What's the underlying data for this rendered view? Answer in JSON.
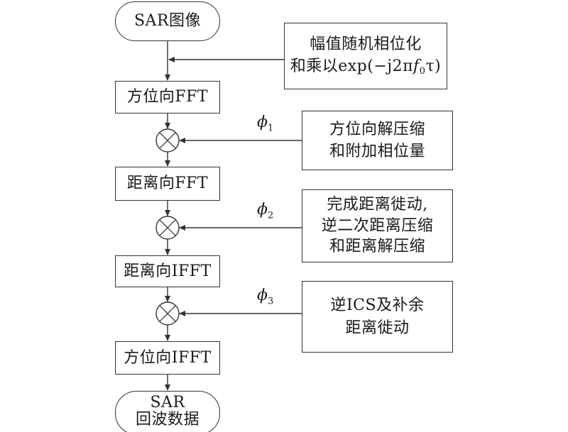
{
  "diagram": {
    "type": "flowchart",
    "main_flow": [
      {
        "id": "start",
        "shape": "terminal",
        "lines": [
          "SAR图像"
        ]
      },
      {
        "id": "azimuth_fft",
        "shape": "process",
        "lines": [
          "方位向FFT"
        ]
      },
      {
        "id": "mult1",
        "shape": "multiplier",
        "symbol": "⊗"
      },
      {
        "id": "range_fft",
        "shape": "process",
        "lines": [
          "距离向FFT"
        ]
      },
      {
        "id": "mult2",
        "shape": "multiplier",
        "symbol": "⊗"
      },
      {
        "id": "range_ifft",
        "shape": "process",
        "lines": [
          "距离向IFFT"
        ]
      },
      {
        "id": "mult3",
        "shape": "multiplier",
        "symbol": "⊗"
      },
      {
        "id": "azimuth_ifft",
        "shape": "process",
        "lines": [
          "方位向IFFT"
        ]
      },
      {
        "id": "end",
        "shape": "terminal",
        "lines": [
          "SAR",
          "回波数据"
        ]
      }
    ],
    "side_inputs": [
      {
        "id": "randomize",
        "lines": [
          "幅值随机相位化",
          "和乘以exp(−j2πf0τ)"
        ],
        "line2_parts": {
          "prefix": "和乘以exp(−j2π",
          "f": "f",
          "sub": "0",
          "suffix": "τ)"
        },
        "target": "between start and azimuth_fft",
        "phase_label": ""
      },
      {
        "id": "azimuth_decompress",
        "lines": [
          "方位向解压缩",
          "和附加相位量"
        ],
        "target": "mult1",
        "phase_label": {
          "symbol": "ϕ",
          "sub": "1"
        }
      },
      {
        "id": "rcmc",
        "lines": [
          "完成距离徙动,",
          "逆二次距离压缩",
          "和距离解压缩"
        ],
        "target": "mult2",
        "phase_label": {
          "symbol": "ϕ",
          "sub": "2"
        }
      },
      {
        "id": "inverse_ics",
        "lines": [
          "逆ICS及补余",
          "距离徙动"
        ],
        "target": "mult3",
        "phase_label": {
          "symbol": "ϕ",
          "sub": "3"
        }
      }
    ],
    "colors": {
      "stroke": "#333333",
      "text": "#1a1a1a",
      "background": "#ffffff"
    }
  }
}
